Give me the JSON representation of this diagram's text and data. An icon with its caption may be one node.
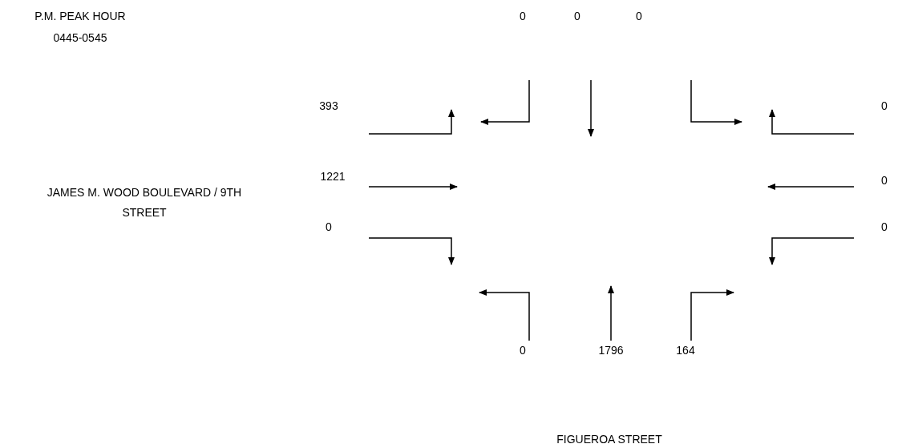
{
  "diagram": {
    "labels": [
      "P.M. PEAK HOUR",
      "0",
      "0",
      "0",
      "0445-0545",
      "393",
      "0",
      "1221",
      "0",
      "JAMES M. WOOD BOULEVARD / 9TH STREET",
      "0",
      "0",
      "0",
      "1796",
      "164",
      "FIGUEROA STREET"
    ]
  }
}
